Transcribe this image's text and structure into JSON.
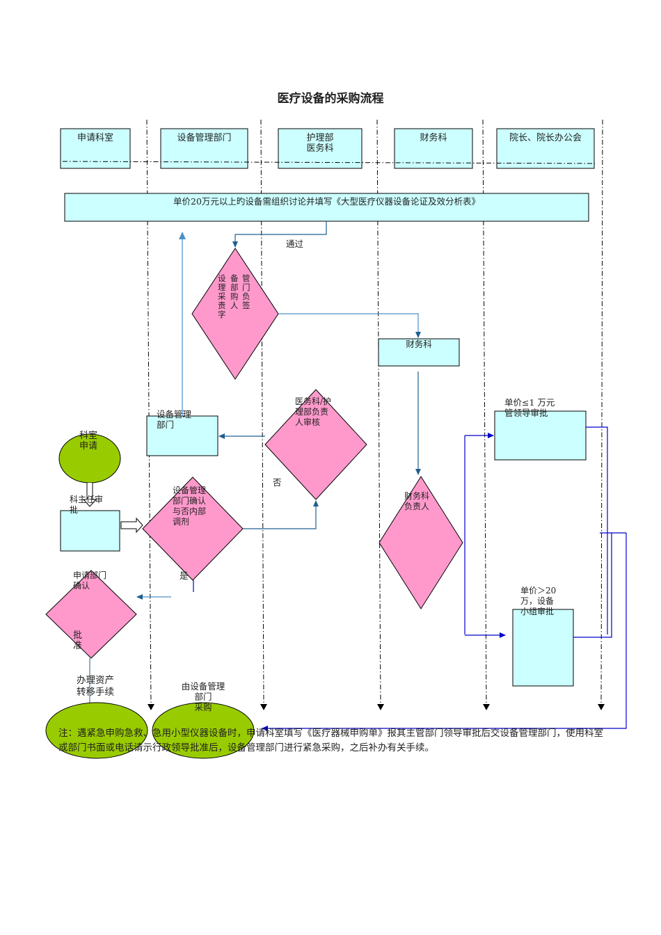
{
  "title": "医疗设备的采购流程",
  "lanes": [
    "申请科室",
    "设备管理部门",
    "护理部\n医务科",
    "财务科",
    "院长、院长办公会"
  ],
  "banner": "单价20万元以上旳设备需组织讨论并填写《大型医疗仪器设备论证及效分析表》",
  "labels": {
    "pass": "通过",
    "no": "否",
    "yes": "是",
    "approve": "批\n准",
    "finance_box": "财务科",
    "equip_mgmt_box": "设备管理\n部门",
    "diamond_medical": "医务科/护\n理部负责\n人审核",
    "diamond_finance": "财务科\n负责人",
    "diamond_confirm": "设备管理\n部门确认\n与否内部\n调剂",
    "diamond_apply_confirm": "申请部门\n确认",
    "dept_apply": "科室\n申请",
    "director_approve": "科主任审\n批",
    "under_1w": "单价≤1 万元\n管领导审批",
    "over_20w": "单价＞20\n万，设备\n小组审批",
    "transfer": "办理资产\n转移手续",
    "purchase": "由设备管理\n部门\n采购"
  },
  "diamond_sign_columns": [
    "设理采责字",
    "备部购人",
    "管门负签"
  ],
  "note": "注：遇紧急申购急救、急用小型仪器设备时，申请科室填写《医疗器械申购单》报其主管部门领导审批后交设备管理部门，使用科室或部门书面或电话请示行政领导批准后，设备管理部门进行紧急采购，之后补办有关手续。",
  "colors": {
    "cyan_box": "#ccffff",
    "pink_diamond": "#ff99cc",
    "green_oval": "#99cc00",
    "arrow_blue": "#1f5f8f",
    "arrow_navy": "#0000cc",
    "line_sky": "#4a90c8"
  }
}
